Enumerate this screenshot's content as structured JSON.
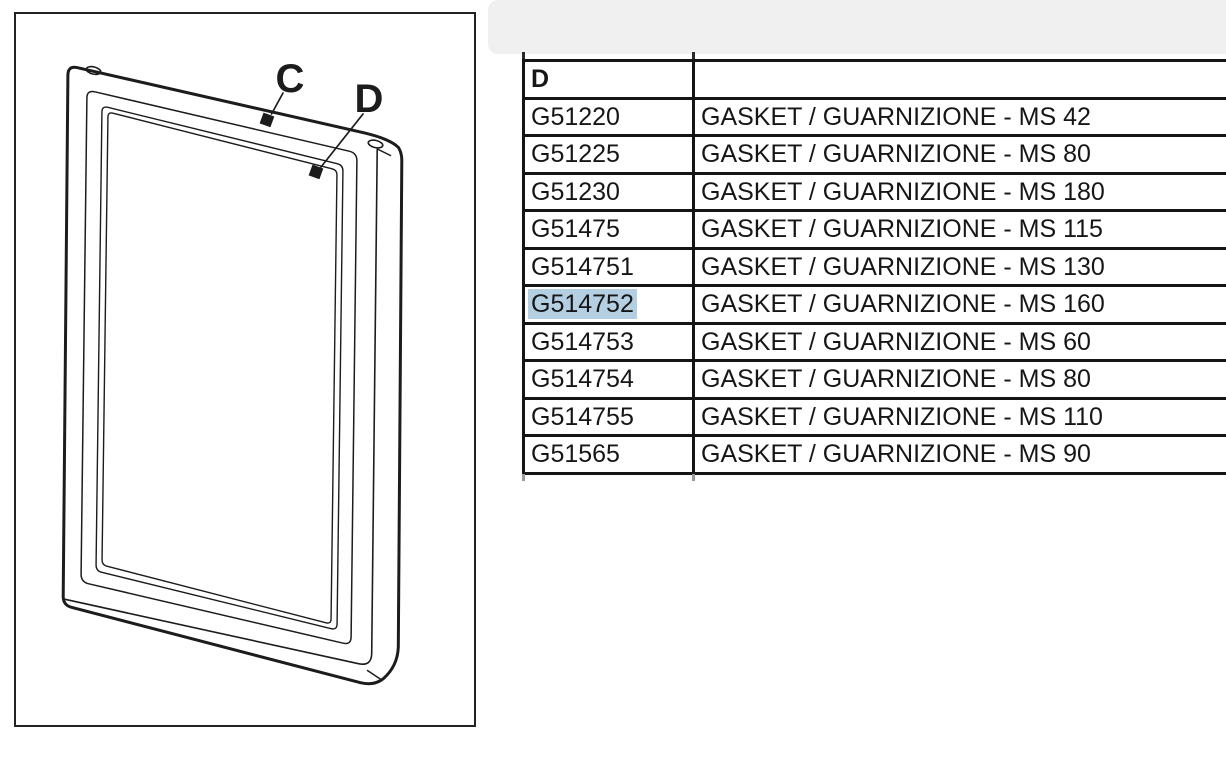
{
  "top_bar": {
    "background": "#f0f0f0"
  },
  "diagram": {
    "labels": {
      "c": "C",
      "d": "D"
    },
    "description": "isometric-door-frame-gasket-illustration"
  },
  "table": {
    "header": {
      "code": "D",
      "description": ""
    },
    "selected_code": "G514752",
    "highlight_color": "#b5cfe2",
    "rows": [
      {
        "code": "G51220",
        "description": "GASKET / GUARNIZIONE - MS 42"
      },
      {
        "code": "G51225",
        "description": "GASKET / GUARNIZIONE - MS 80"
      },
      {
        "code": "G51230",
        "description": "GASKET / GUARNIZIONE - MS 180"
      },
      {
        "code": "G51475",
        "description": "GASKET / GUARNIZIONE - MS 115"
      },
      {
        "code": "G514751",
        "description": "GASKET / GUARNIZIONE - MS 130"
      },
      {
        "code": "G514752",
        "description": "GASKET / GUARNIZIONE - MS 160"
      },
      {
        "code": "G514753",
        "description": "GASKET / GUARNIZIONE - MS 60"
      },
      {
        "code": "G514754",
        "description": "GASKET / GUARNIZIONE - MS 80"
      },
      {
        "code": "G514755",
        "description": "GASKET / GUARNIZIONE - MS 110"
      },
      {
        "code": "G51565",
        "description": "GASKET / GUARNIZIONE - MS 90"
      }
    ]
  }
}
